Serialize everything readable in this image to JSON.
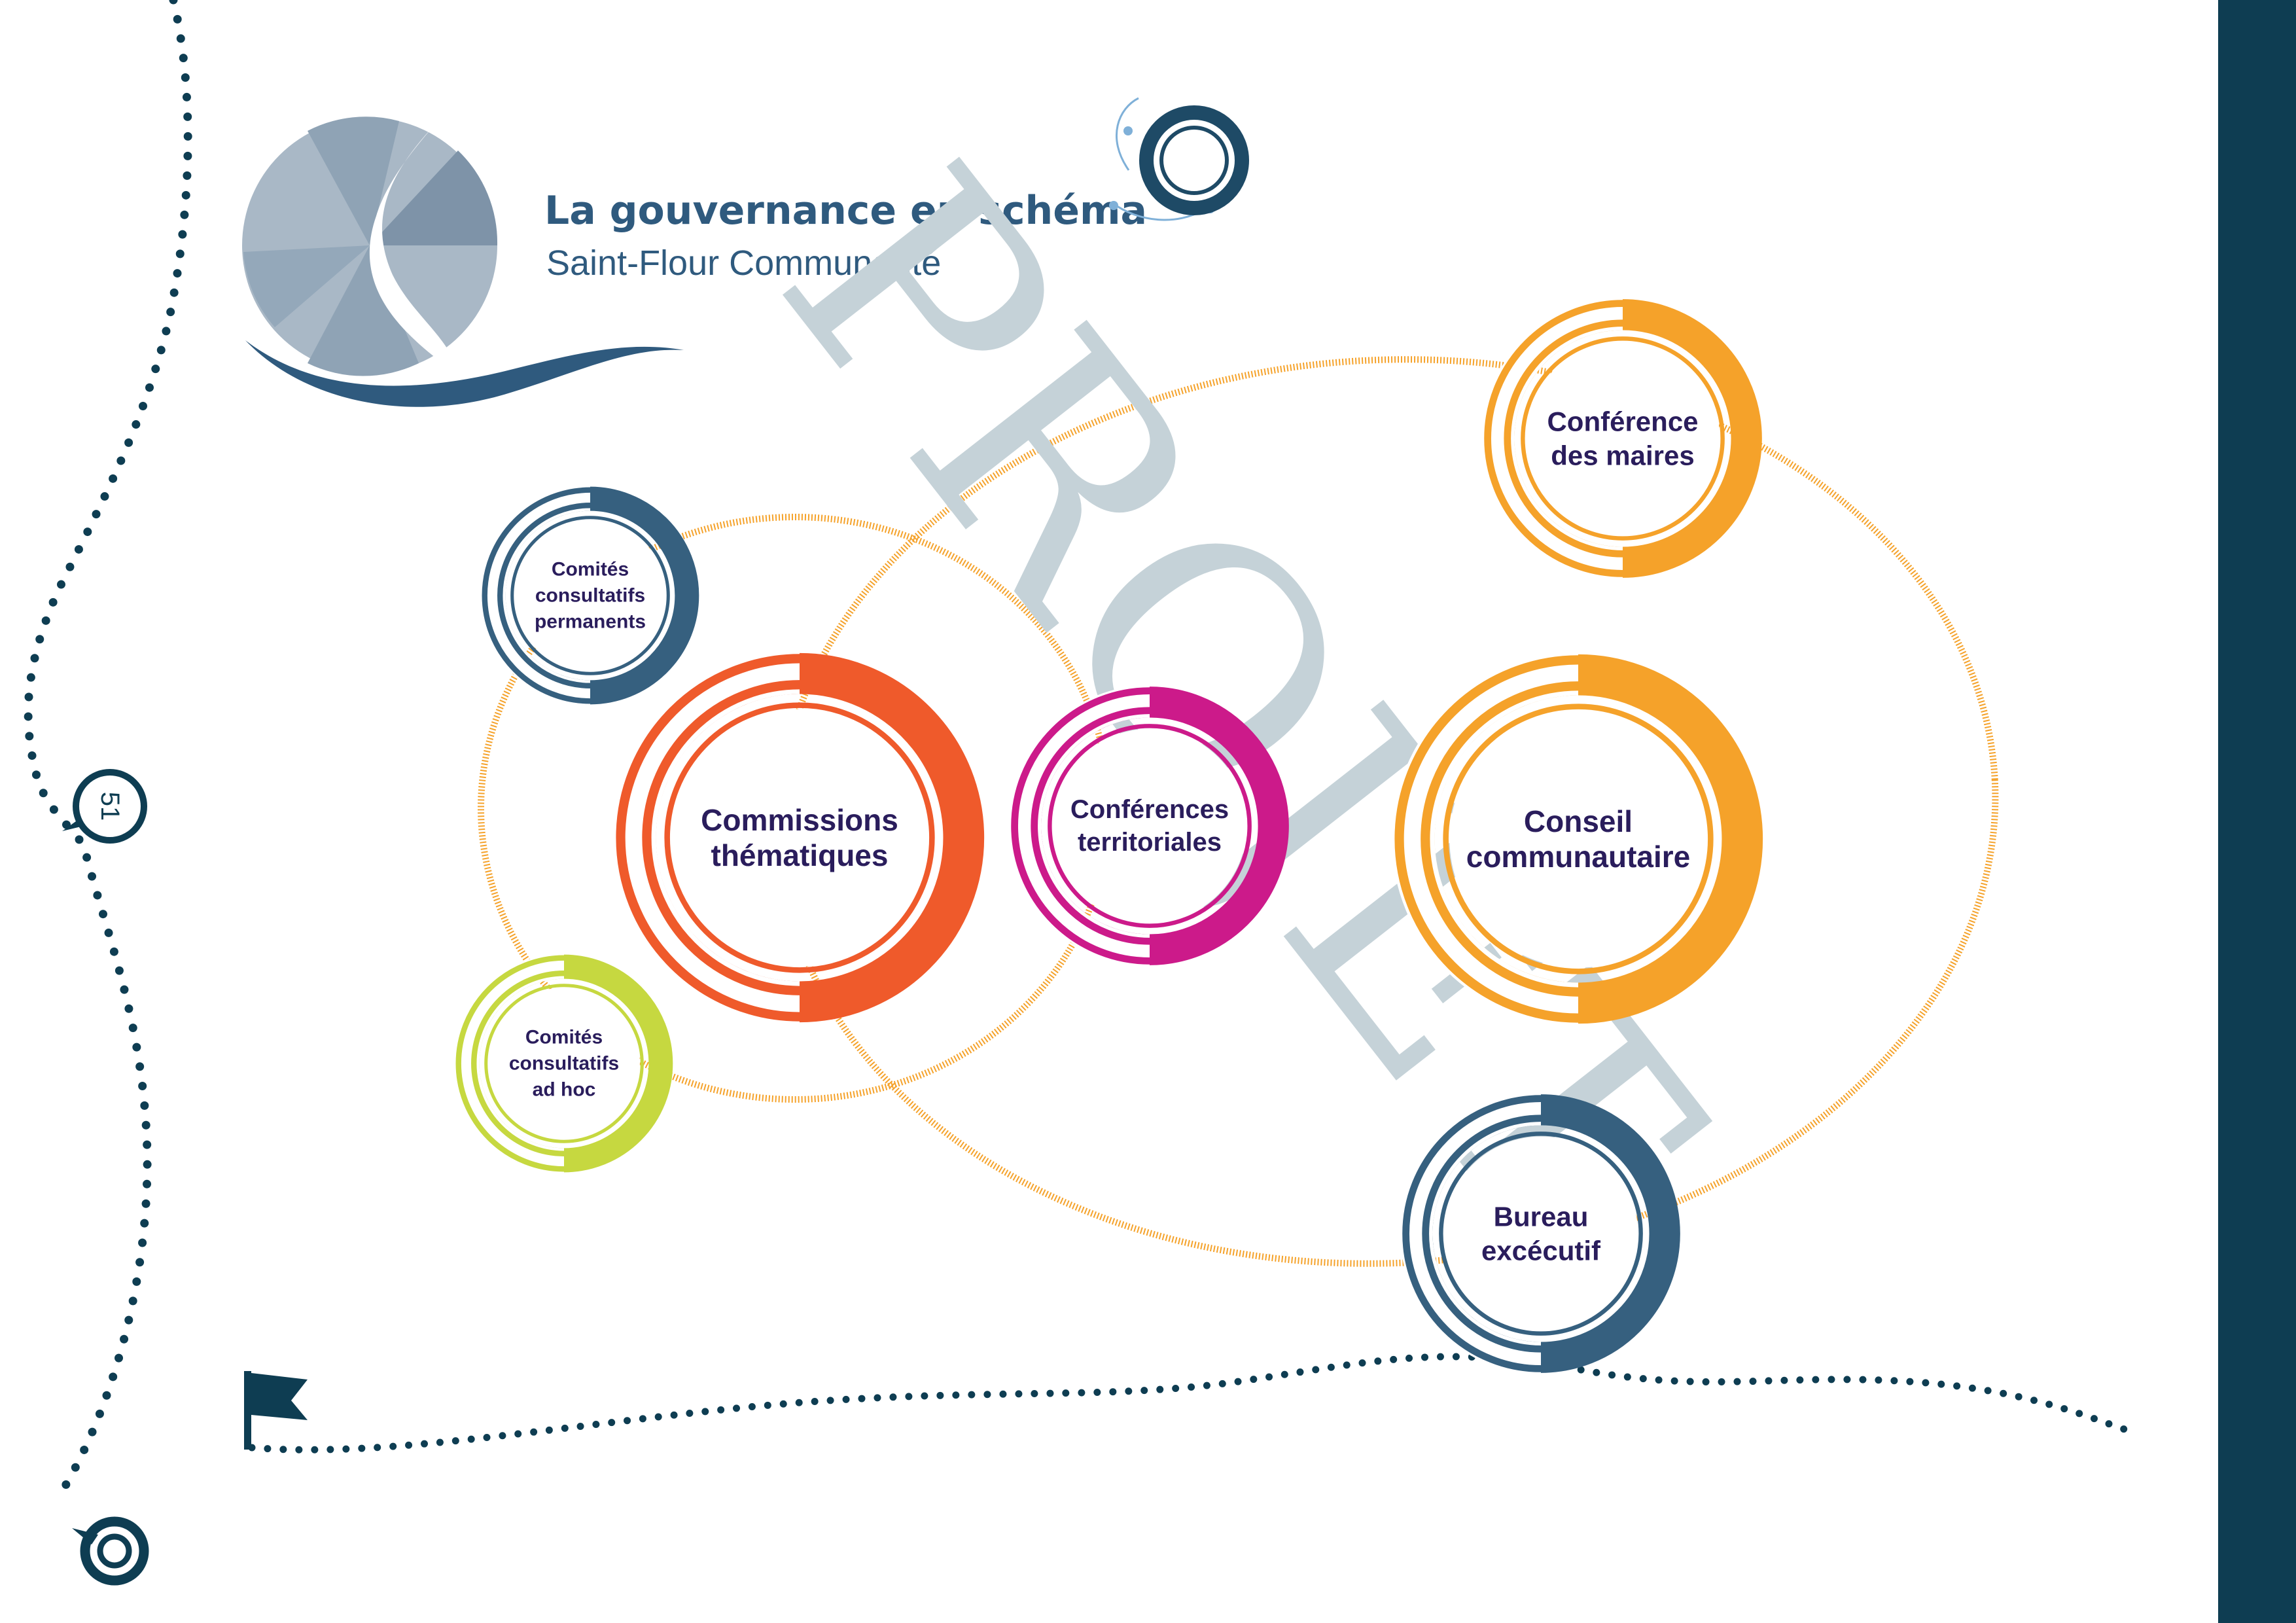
{
  "header": {
    "title": "La gouvernance en schéma",
    "subtitle": "Saint-Flour Communauté"
  },
  "watermark": "PROJET",
  "page_number": "51",
  "colors": {
    "navy": "#0e3d52",
    "slate_blue": "#36607f",
    "orange_red": "#ef5a2b",
    "magenta": "#cc1a8a",
    "orange": "#f5a22a",
    "lime": "#c6d840",
    "label": "#2a1d5c"
  },
  "nodes": [
    {
      "id": "comites-permanents",
      "lines": [
        "Comités",
        "consultatifs",
        "permanents"
      ],
      "color": "#36607f"
    },
    {
      "id": "comites-ad-hoc",
      "lines": [
        "Comités",
        "consultatifs",
        "ad hoc"
      ],
      "color": "#c6d840"
    },
    {
      "id": "commissions",
      "lines": [
        "Commissions",
        "thématiques"
      ],
      "color": "#ef5a2b"
    },
    {
      "id": "conferences-territoriales",
      "lines": [
        "Conférences",
        "territoriales"
      ],
      "color": "#cc1a8a"
    },
    {
      "id": "conference-maires",
      "lines": [
        "Conférence",
        "des maires"
      ],
      "color": "#f5a22a"
    },
    {
      "id": "conseil",
      "lines": [
        "Conseil",
        "communautaire"
      ],
      "color": "#f5a22a"
    },
    {
      "id": "bureau",
      "lines": [
        "Bureau",
        "excécutif"
      ],
      "color": "#36607f"
    }
  ],
  "icons": {
    "logo": "saint-flour-logo",
    "header_decoration": "connected-ring-icon",
    "chat_bubble": "chat-bubble-icon",
    "flag": "flag-icon",
    "start_marker": "ring-marker-icon"
  }
}
